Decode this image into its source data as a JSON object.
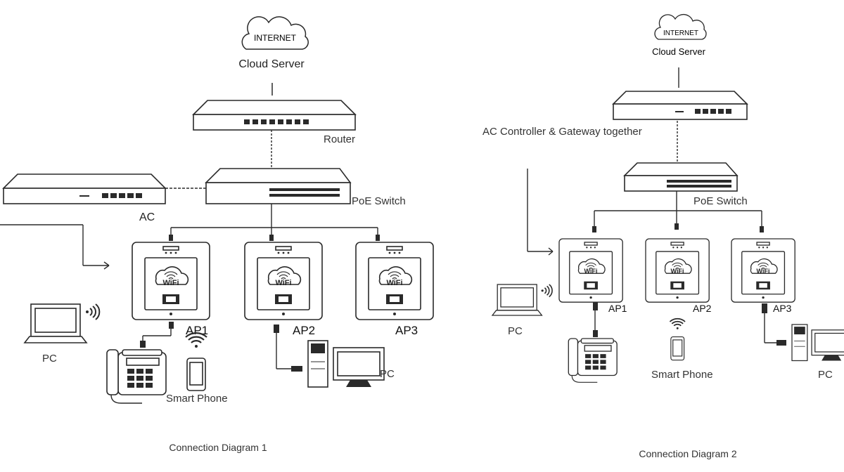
{
  "diagram1": {
    "internet": "INTERNET",
    "cloud_server": "Cloud Server",
    "router": "Router",
    "ac": "AC",
    "poe_switch": "PoE Switch",
    "ap1": "AP1",
    "ap2": "AP2",
    "ap3": "AP3",
    "wifi": "WiFi",
    "pc_left": "PC",
    "pc_right": "PC",
    "smart_phone": "Smart Phone",
    "caption": "Connection Diagram 1"
  },
  "diagram2": {
    "internet": "INTERNET",
    "cloud_server": "Cloud Server",
    "gateway": "AC Controller & Gateway together",
    "poe_switch": "PoE Switch",
    "ap1": "AP1",
    "ap2": "AP2",
    "ap3": "AP3",
    "wifi": "WiFi",
    "pc_left": "PC",
    "pc_right": "PC",
    "smart_phone": "Smart Phone",
    "caption": "Connection Diagram 2"
  }
}
